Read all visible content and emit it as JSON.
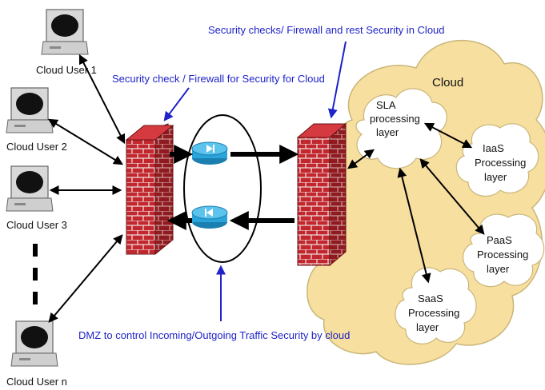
{
  "users": [
    {
      "id": "user1",
      "label": "Cloud User 1"
    },
    {
      "id": "user2",
      "label": "Cloud User 2"
    },
    {
      "id": "user3",
      "label": "Cloud User 3"
    },
    {
      "id": "usern",
      "label": "Cloud User n"
    }
  ],
  "annotations": {
    "top": "Security checks/ Firewall and rest Security in Cloud",
    "firewall": "Security check / Firewall for Security for Cloud",
    "dmz": "DMZ to  control Incoming/Outgoing Traffic Security by cloud"
  },
  "cloud": {
    "title": "Cloud",
    "sla": [
      "SLA",
      "processing",
      "layer"
    ],
    "iaas": [
      "IaaS",
      "Processing",
      "layer"
    ],
    "paas": [
      "PaaS",
      "Processing",
      "layer"
    ],
    "saas": [
      "SaaS",
      "Processing",
      "layer"
    ]
  },
  "colors": {
    "annotation": "#1f23c8",
    "cloud_fill": "#f7dfa0",
    "firewall_brick": "#c1272d",
    "router": "#2aa5db"
  }
}
